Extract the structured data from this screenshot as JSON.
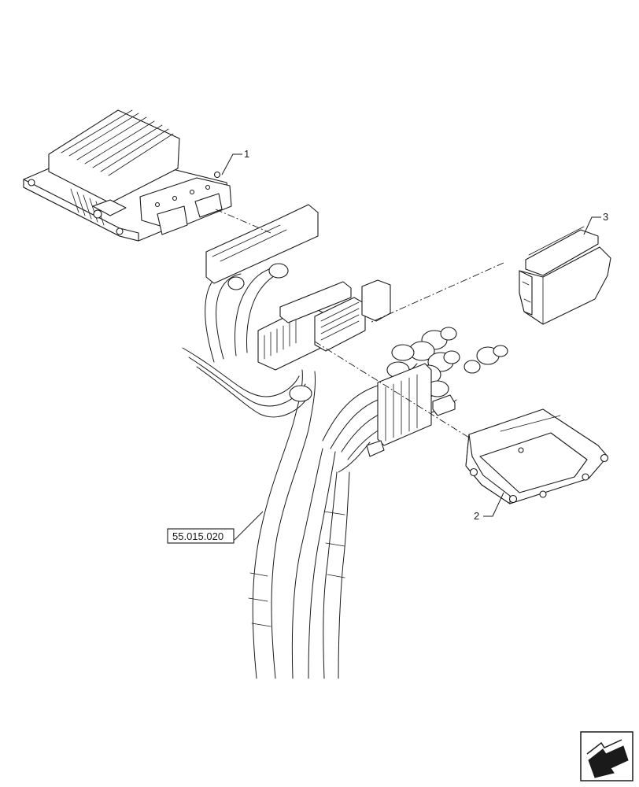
{
  "callouts": {
    "item_1": "1",
    "item_2": "2",
    "item_3": "3"
  },
  "reference": {
    "label": "55.015.020"
  },
  "icons": {
    "nav_arrow": "arrow-icon"
  }
}
